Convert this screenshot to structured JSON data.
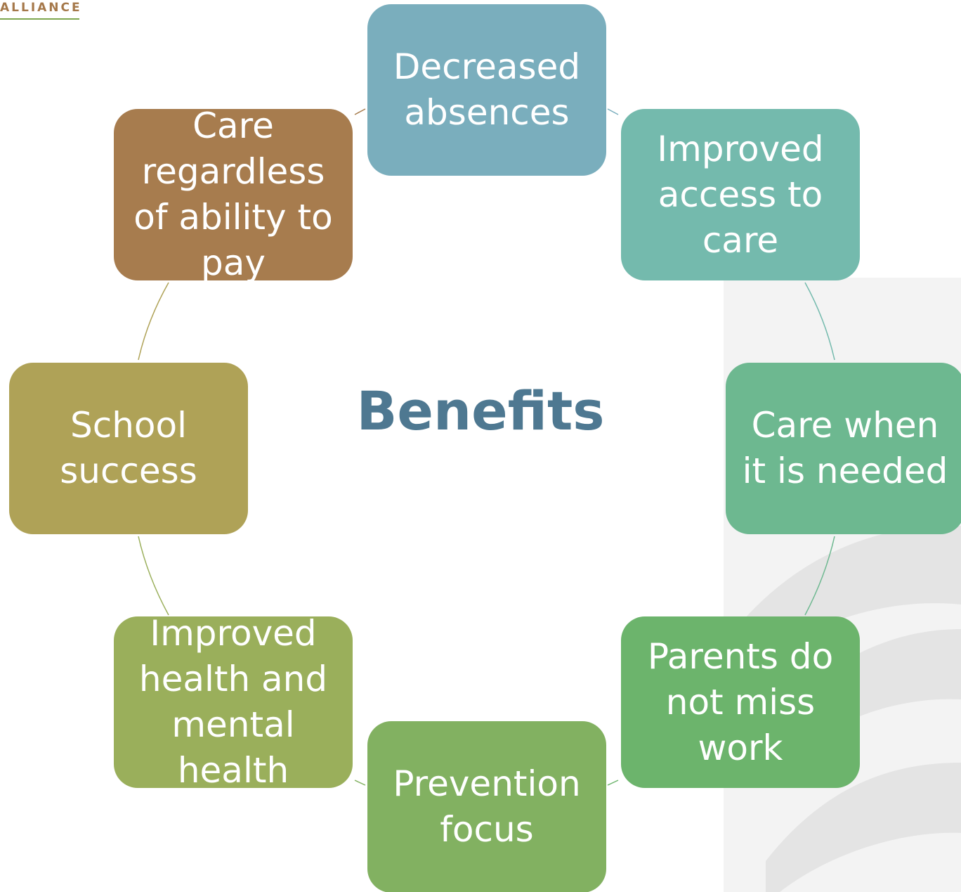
{
  "logo": {
    "text": "ALLIANCE",
    "text_color": "#a5784a",
    "underline_color": "#7ea64e"
  },
  "center": {
    "title": "Benefits",
    "color": "#4e7891"
  },
  "nodes": [
    {
      "label": "Decreased\nabsences",
      "color": "#7aaebd"
    },
    {
      "label": "Improved\naccess to\ncare",
      "color": "#74baad"
    },
    {
      "label": "Care when\nit is needed",
      "color": "#6db890"
    },
    {
      "label": "Parents do\nnot miss\nwork",
      "color": "#6cb46c"
    },
    {
      "label": "Prevention\nfocus",
      "color": "#82b161"
    },
    {
      "label": "Improved\nhealth and\nmental\nhealth",
      "color": "#9aaf5b"
    },
    {
      "label": "School\nsuccess",
      "color": "#afa257"
    },
    {
      "label": "Care\nregardless\nof ability to\npay",
      "color": "#a77c4e"
    }
  ]
}
